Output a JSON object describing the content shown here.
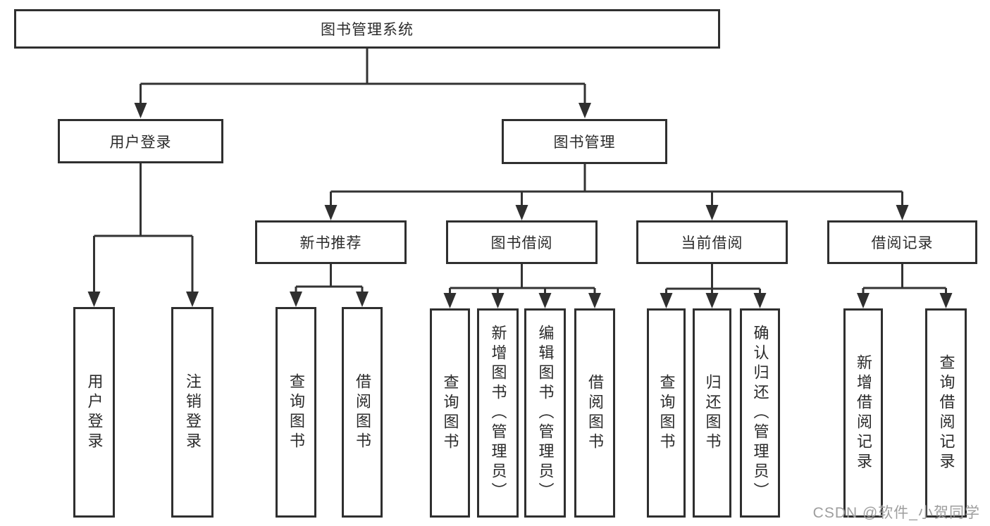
{
  "diagram": {
    "type": "tree-diagram",
    "watermark": "CSDN @软件_小贺同学",
    "colors": {
      "background": "#ffffff",
      "line": "#333333",
      "box_border": "#2f2f2f",
      "text": "#2b2b2b",
      "watermark": "#9e9e9e"
    },
    "tree": {
      "label": "图书管理系统",
      "children": [
        {
          "label": "用户登录",
          "children": [
            {
              "label": "用户登录"
            },
            {
              "label": "注销登录"
            }
          ]
        },
        {
          "label": "图书管理",
          "children": [
            {
              "label": "新书推荐",
              "children": [
                {
                  "label": "查询图书"
                },
                {
                  "label": "借阅图书"
                }
              ]
            },
            {
              "label": "图书借阅",
              "children": [
                {
                  "label": "查询图书"
                },
                {
                  "label": "新增图书（管理员）"
                },
                {
                  "label": "编辑图书（管理员）"
                },
                {
                  "label": "借阅图书"
                }
              ]
            },
            {
              "label": "当前借阅",
              "children": [
                {
                  "label": "查询图书"
                },
                {
                  "label": "归还图书"
                },
                {
                  "label": "确认归还（管理员）"
                }
              ]
            },
            {
              "label": "借阅记录",
              "children": [
                {
                  "label": "新增借阅记录"
                },
                {
                  "label": "查询借阅记录"
                }
              ]
            }
          ]
        }
      ]
    }
  }
}
